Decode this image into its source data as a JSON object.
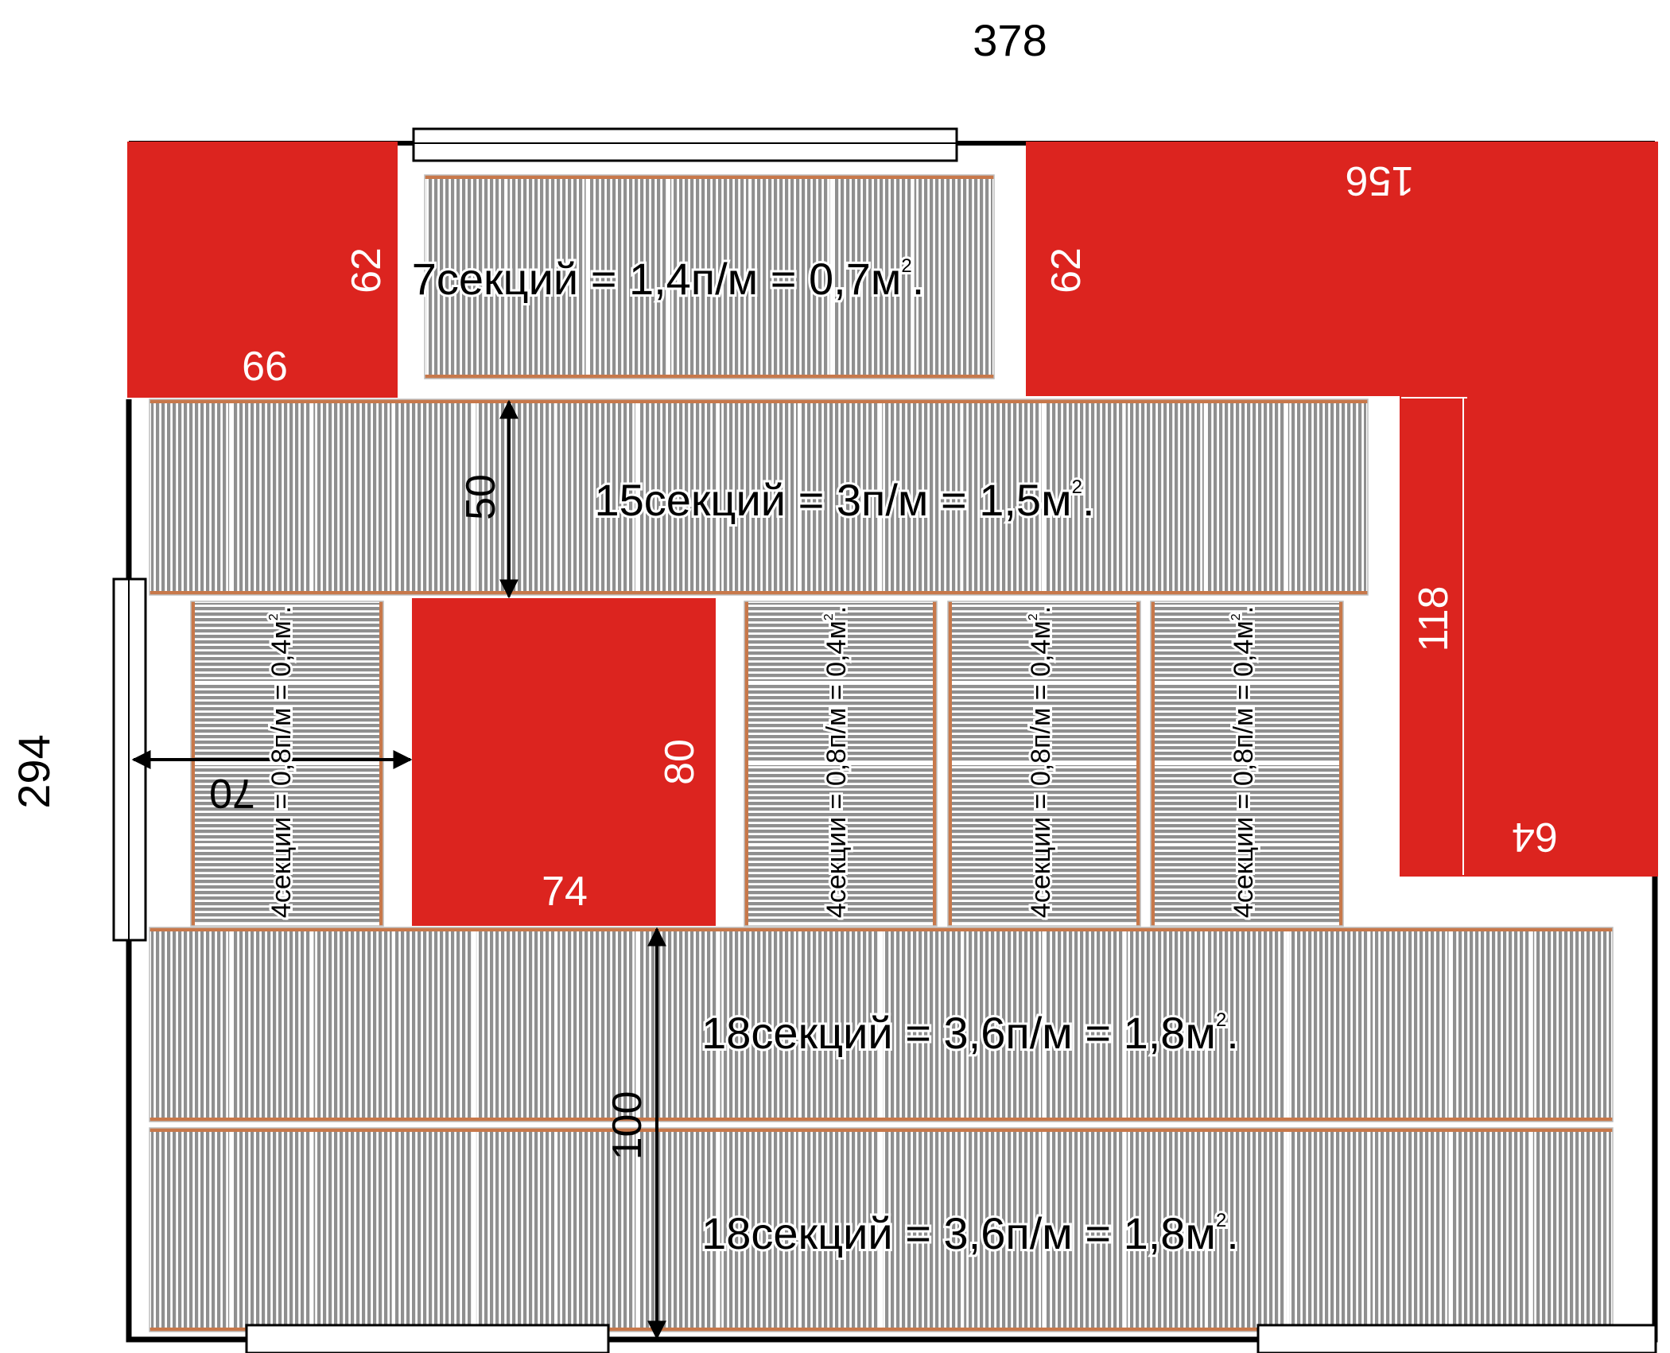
{
  "colors": {
    "obstacle": "#dc241f",
    "wall": "#000000",
    "film": "#8f8f8f",
    "film_stripe": "#ffffff",
    "film_edge": "#c8784a",
    "text": "#000000",
    "obstacle_text": "#ffffff"
  },
  "dimensions": {
    "room_width": "378",
    "room_height": "294",
    "gap_top": "50",
    "gap_left": "70",
    "gap_bottom": "100"
  },
  "obstacles": [
    {
      "name": "obstacle-top-left",
      "height_label": "62",
      "width_label": "66"
    },
    {
      "name": "obstacle-top-right",
      "height_label": "62",
      "width_label": "156"
    },
    {
      "name": "obstacle-right",
      "height_label": "118",
      "width_label": "64"
    },
    {
      "name": "obstacle-center",
      "height_label": "80",
      "width_label": "74"
    }
  ],
  "film_panels": [
    {
      "name": "panel-top",
      "sections": 7,
      "label": "7секций = 1,4п/м = 0,7м",
      "sup": "2",
      "suffix": "."
    },
    {
      "name": "panel-upper",
      "sections": 15,
      "label": "15секций = 3п/м = 1,5м",
      "sup": "2",
      "suffix": "."
    },
    {
      "name": "panel-mid-1",
      "sections": 4,
      "label": "4секции = 0,8п/м = 0,4м",
      "sup": "2",
      "suffix": "."
    },
    {
      "name": "panel-mid-2",
      "sections": 4,
      "label": "4секции = 0,8п/м = 0,4м",
      "sup": "2",
      "suffix": "."
    },
    {
      "name": "panel-mid-3",
      "sections": 4,
      "label": "4секции = 0,8п/м = 0,4м",
      "sup": "2",
      "suffix": "."
    },
    {
      "name": "panel-mid-4",
      "sections": 4,
      "label": "4секции = 0,8п/м = 0,4м",
      "sup": "2",
      "suffix": "."
    },
    {
      "name": "panel-lower-1",
      "sections": 18,
      "label": "18секций = 3,6п/м = 1,8м",
      "sup": "2",
      "suffix": "."
    },
    {
      "name": "panel-lower-2",
      "sections": 18,
      "label": "18секций = 3,6п/м = 1,8м",
      "sup": "2",
      "suffix": "."
    }
  ]
}
